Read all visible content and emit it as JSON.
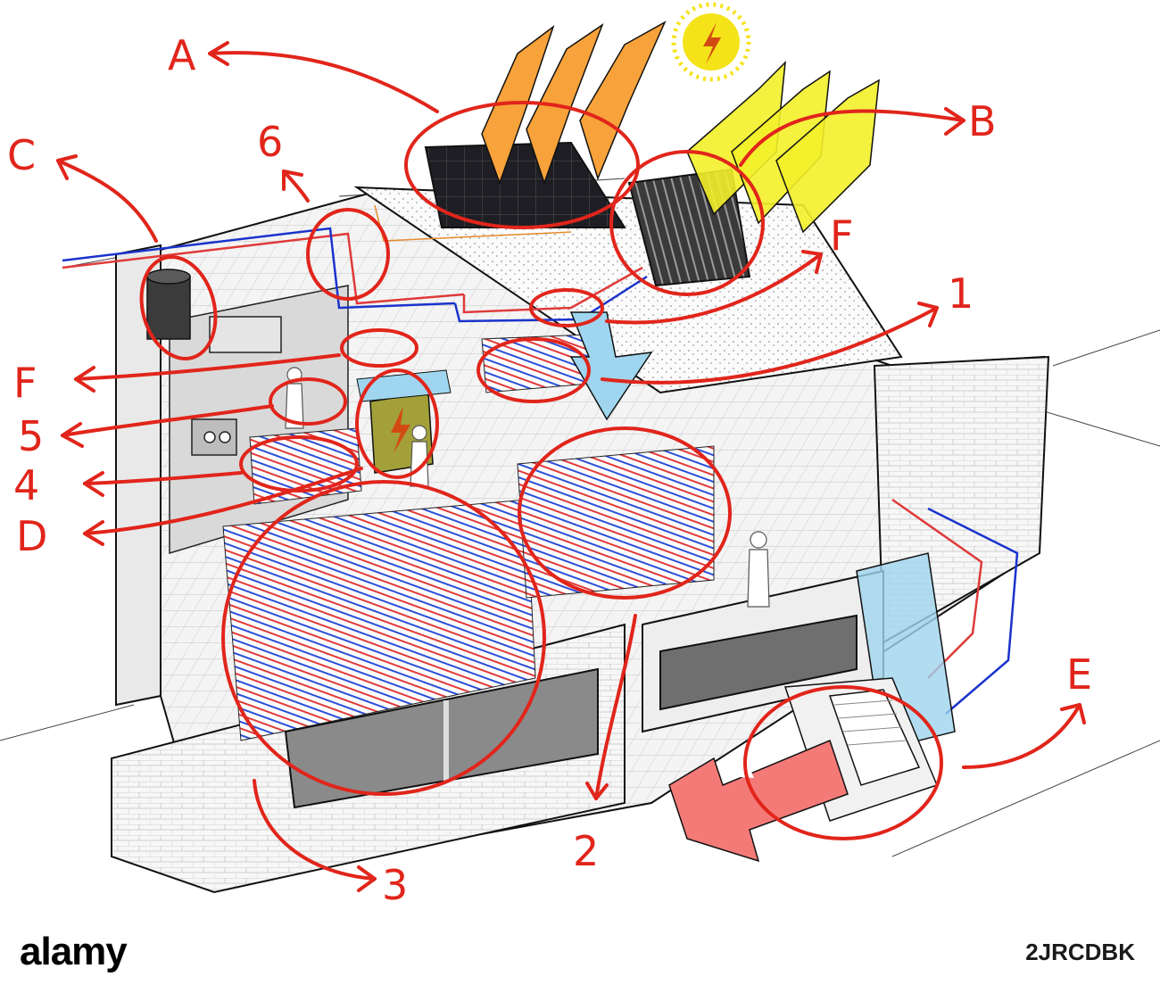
{
  "colors": {
    "annotation": "#e1251b",
    "pipe_hot": "#e03a3a",
    "pipe_cold": "#1a33cc",
    "pv_panel": "#f7a23a",
    "collector_panel": "#f3ef2a",
    "sun": "#f5e31a",
    "cool_air": "#9fd5ee",
    "hot_air": "#f47a78",
    "outline": "#111111",
    "floor_tile": "#f2f2f2"
  },
  "icons": {
    "sun": "sun-lightning-icon",
    "inverter": "lightning-icon",
    "person": "person-figure-icon"
  },
  "annotations": {
    "letters": {
      "a": "A",
      "b": "B",
      "c": "C",
      "d": "D",
      "e": "E",
      "f_left": "F",
      "f_right": "F"
    },
    "numbers": {
      "n1": "1",
      "n2": "2",
      "n3": "3",
      "n4": "4",
      "n5": "5",
      "n6": "6"
    }
  },
  "footer": {
    "brand": "alamy",
    "image_id": "2JRCDBK"
  }
}
